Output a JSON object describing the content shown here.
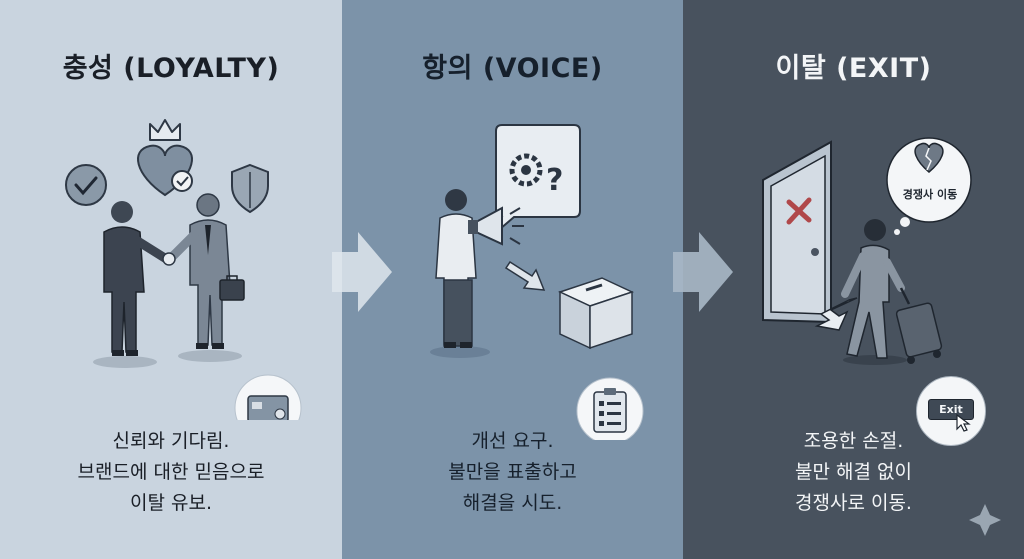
{
  "panels": [
    {
      "title": "충성 (LOYALTY)",
      "lines": [
        "신뢰와 기다림.",
        "브랜드에 대한 믿음으로",
        "이탈 유보."
      ]
    },
    {
      "title": "항의 (VOICE)",
      "lines": [
        "개선 요구.",
        "불만을 표출하고",
        "해결을 시도."
      ]
    },
    {
      "title": "이탈 (EXIT)",
      "lines": [
        "조용한 손절.",
        "불만 해결 없이",
        "경쟁사로 이동."
      ],
      "thought_bubble": "경쟁사 이동",
      "exit_badge": "Exit"
    }
  ],
  "colors": {
    "loyalty_bg": "#c9d4df",
    "voice_bg": "#7c93a9",
    "exit_bg": "#48525e"
  }
}
